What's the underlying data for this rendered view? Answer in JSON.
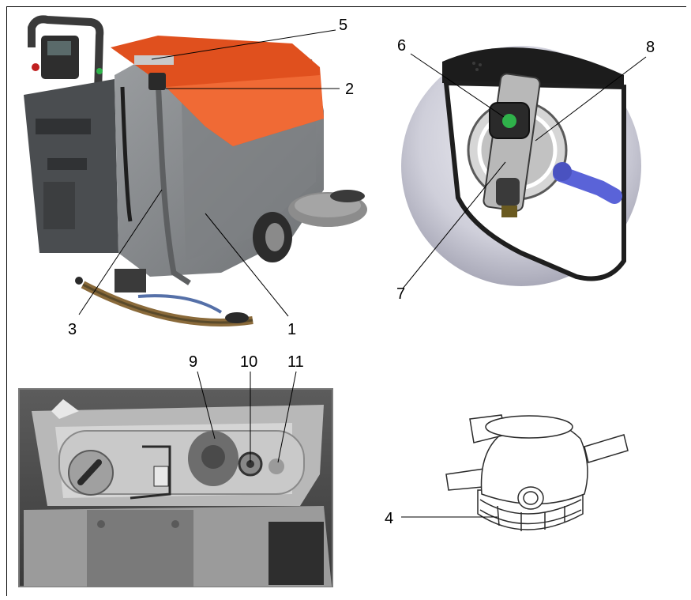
{
  "callouts": {
    "c1": "1",
    "c2": "2",
    "c3": "3",
    "c4": "4",
    "c5": "5",
    "c6": "6",
    "c7": "7",
    "c8": "8",
    "c9": "9",
    "c10": "10",
    "c11": "11"
  },
  "colors": {
    "body_grey": "#8a8d90",
    "hood_orange": "#e0501e",
    "indicator_green": "#2fb24a",
    "hose_blue": "#5a63d8"
  }
}
